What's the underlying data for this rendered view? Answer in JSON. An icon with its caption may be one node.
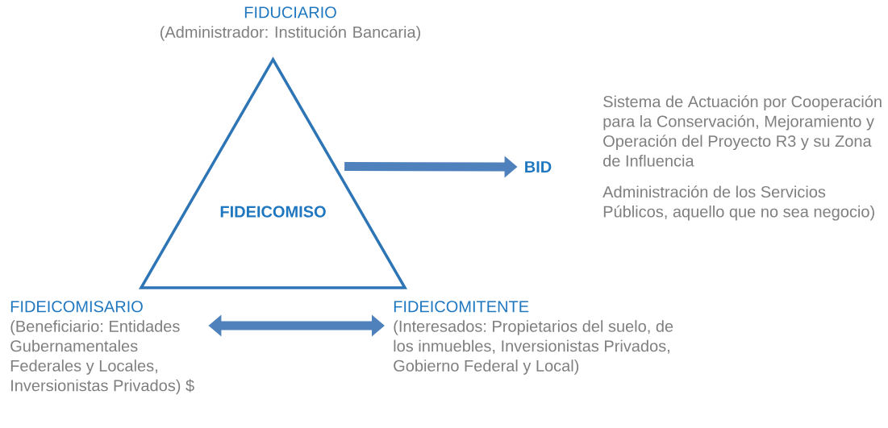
{
  "diagram": {
    "nodes": [
      {
        "text": [
          "FIDUCIARIO",
          "(Administrador: Institución Bancaria)"
        ]
      },
      {
        "text": [
          "FIDEICOMISO"
        ]
      },
      {
        "text": [
          "BID"
        ]
      },
      {
        "text": [
          "FIDEICOMISARIO",
          "(Beneficiario: Entidades Gubernamentales Federales y Locales, Inversionistas Privados) $"
        ]
      },
      {
        "text": [
          "FIDEICOMITENTE",
          "(Interesados: Propietarios del suelo, de los inmuebles, Inversionistas Privados, Gobierno Federal y Local)"
        ]
      }
    ],
    "edges": [
      {
        "from": 1,
        "to": 2,
        "arrow": "to"
      },
      {
        "from": 3,
        "to": 4,
        "arrow": "both"
      }
    ],
    "labels": [
      "Sistema de Actuación por Cooperación para la Conservación, Mejoramiento y Operación del Proyecto R3 y su Zona de Influencia",
      "Administración de los Servicios Públicos, aquello que no sea negocio)"
    ]
  }
}
